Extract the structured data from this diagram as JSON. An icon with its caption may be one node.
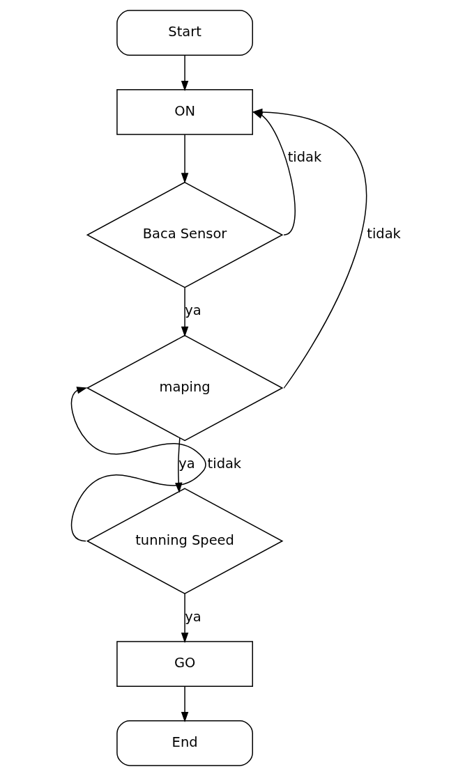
{
  "diagram": {
    "nodes": [
      {
        "text": [
          "Start"
        ]
      },
      {
        "text": [
          "ON"
        ]
      },
      {
        "text": [
          "Baca Sensor"
        ]
      },
      {
        "text": [
          "maping"
        ]
      },
      {
        "text": [
          "tunning Speed"
        ]
      },
      {
        "text": [
          "GO"
        ]
      },
      {
        "text": [
          "End"
        ]
      }
    ],
    "edges": [
      {
        "from": 0,
        "to": 1,
        "arrow": "to"
      },
      {
        "from": 1,
        "to": 2,
        "arrow": "to"
      },
      {
        "from": 2,
        "to": 3,
        "arrow": "to",
        "label": "ya"
      },
      {
        "from": 3,
        "to": 4,
        "arrow": "to",
        "label": "ya"
      },
      {
        "from": 4,
        "to": 5,
        "arrow": "to",
        "label": "ya"
      },
      {
        "from": 5,
        "to": 6,
        "arrow": "to"
      },
      {
        "from": 2,
        "to": 1,
        "arrow": "to",
        "label": "tidak"
      },
      {
        "from": 3,
        "to": 1,
        "arrow": "to",
        "label": "tidak"
      },
      {
        "from": 4,
        "to": 3,
        "arrow": "to",
        "label": "tidak"
      }
    ]
  }
}
